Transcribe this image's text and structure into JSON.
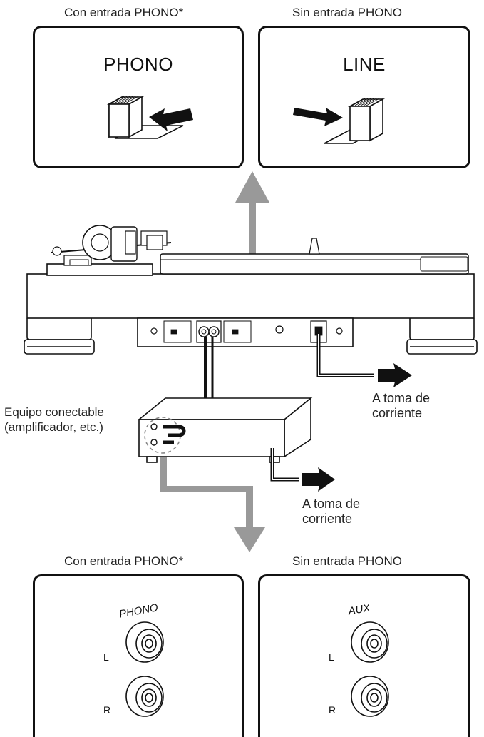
{
  "captions": {
    "top_left": "Con entrada PHONO*",
    "top_right": "Sin entrada PHONO",
    "bottom_left": "Con entrada PHONO*",
    "bottom_right": "Sin entrada PHONO"
  },
  "switch_panels": {
    "phono_label": "PHONO",
    "line_label": "LINE"
  },
  "device": {
    "label_line1": "Equipo conectable",
    "label_line2": "(amplificador, etc.)"
  },
  "outlet_notes": {
    "turntable_line1": "A toma de",
    "turntable_line2": "corriente",
    "device_line1": "A toma de",
    "device_line2": "corriente"
  },
  "jack_panels": {
    "left_label": "PHONO",
    "right_label": "AUX",
    "channel_l": "L",
    "channel_r": "R"
  },
  "colors": {
    "arrow_gray": "#999999",
    "outline": "#111111"
  }
}
